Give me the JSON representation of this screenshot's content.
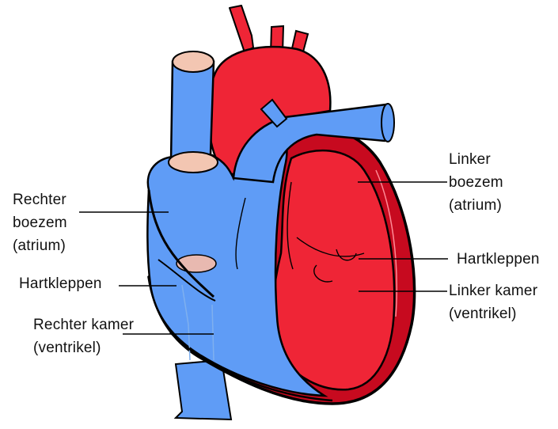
{
  "colors": {
    "oxygen_poor_blue": "#5f9cf6",
    "oxygen_rich_red": "#ef2536",
    "muscle_dark_red": "#c70a1f",
    "vessel_opening": "#f3c6b2",
    "outline": "#000000",
    "label_text": "#111111"
  },
  "labels": {
    "right_atrium": {
      "line1": "Rechter",
      "line2": "boezem",
      "line3": "(atrium)"
    },
    "right_valves": "Hartkleppen",
    "right_ventricle": {
      "line1": "Rechter kamer",
      "line2": "(ventrikel)"
    },
    "left_atrium": {
      "line1": "Linker",
      "line2": "boezem",
      "line3": "(atrium)"
    },
    "left_valves": "Hartkleppen",
    "left_ventricle": {
      "line1": "Linker kamer",
      "line2": "(ventrikel)"
    }
  }
}
